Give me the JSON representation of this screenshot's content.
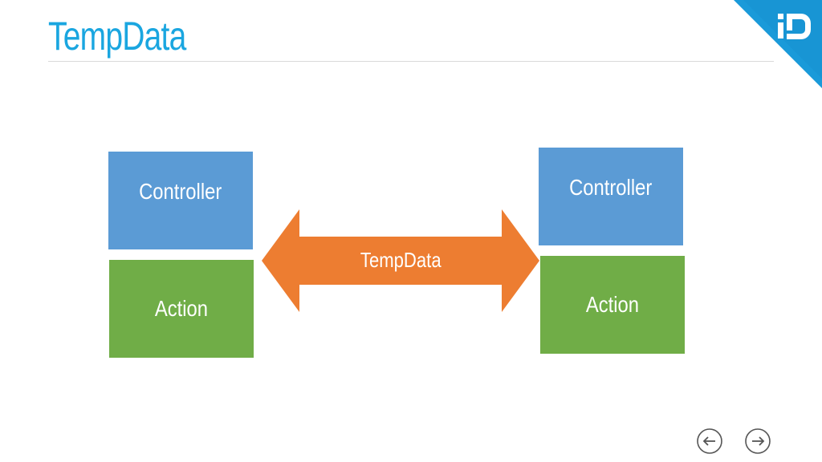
{
  "slide": {
    "title": "TempData"
  },
  "diagram": {
    "left": {
      "controller_label": "Controller",
      "action_label": "Action"
    },
    "right": {
      "controller_label": "Controller",
      "action_label": "Action"
    },
    "arrow_label": "TempData"
  },
  "colors": {
    "title": "#1aa6e0",
    "controller": "#5b9bd5",
    "action": "#70ad47",
    "arrow": "#ed7d31",
    "logo": "#1a9ad9"
  },
  "icons": {
    "logo": "brand-logo-icon",
    "prev": "arrow-left-circle-icon",
    "next": "arrow-right-circle-icon"
  }
}
